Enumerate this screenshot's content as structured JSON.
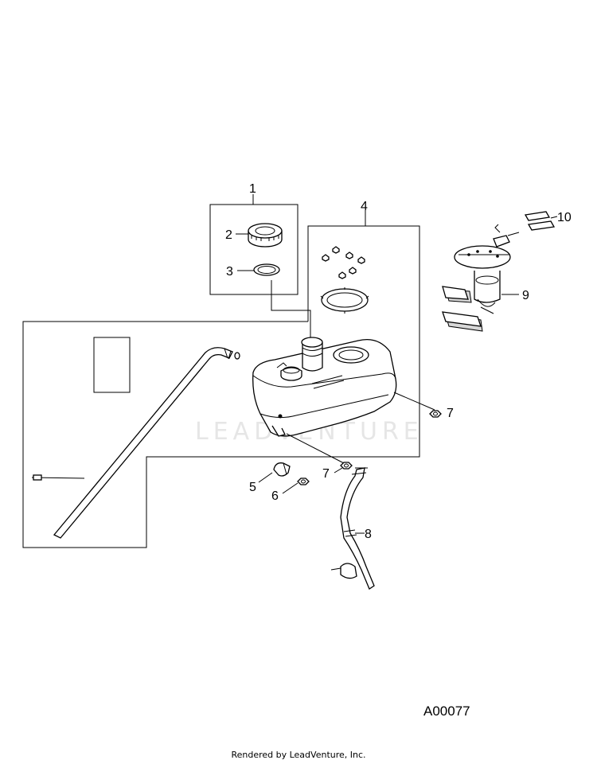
{
  "callouts": {
    "c1": "1",
    "c2": "2",
    "c3": "3",
    "c4": "4",
    "c5": "5",
    "c6": "6",
    "c7a": "7",
    "c7b": "7",
    "c8": "8",
    "c9": "9",
    "c10": "10"
  },
  "watermark": "LEADVENTURE",
  "diagram_id": "A00077",
  "footer": "Rendered by LeadVenture, Inc."
}
